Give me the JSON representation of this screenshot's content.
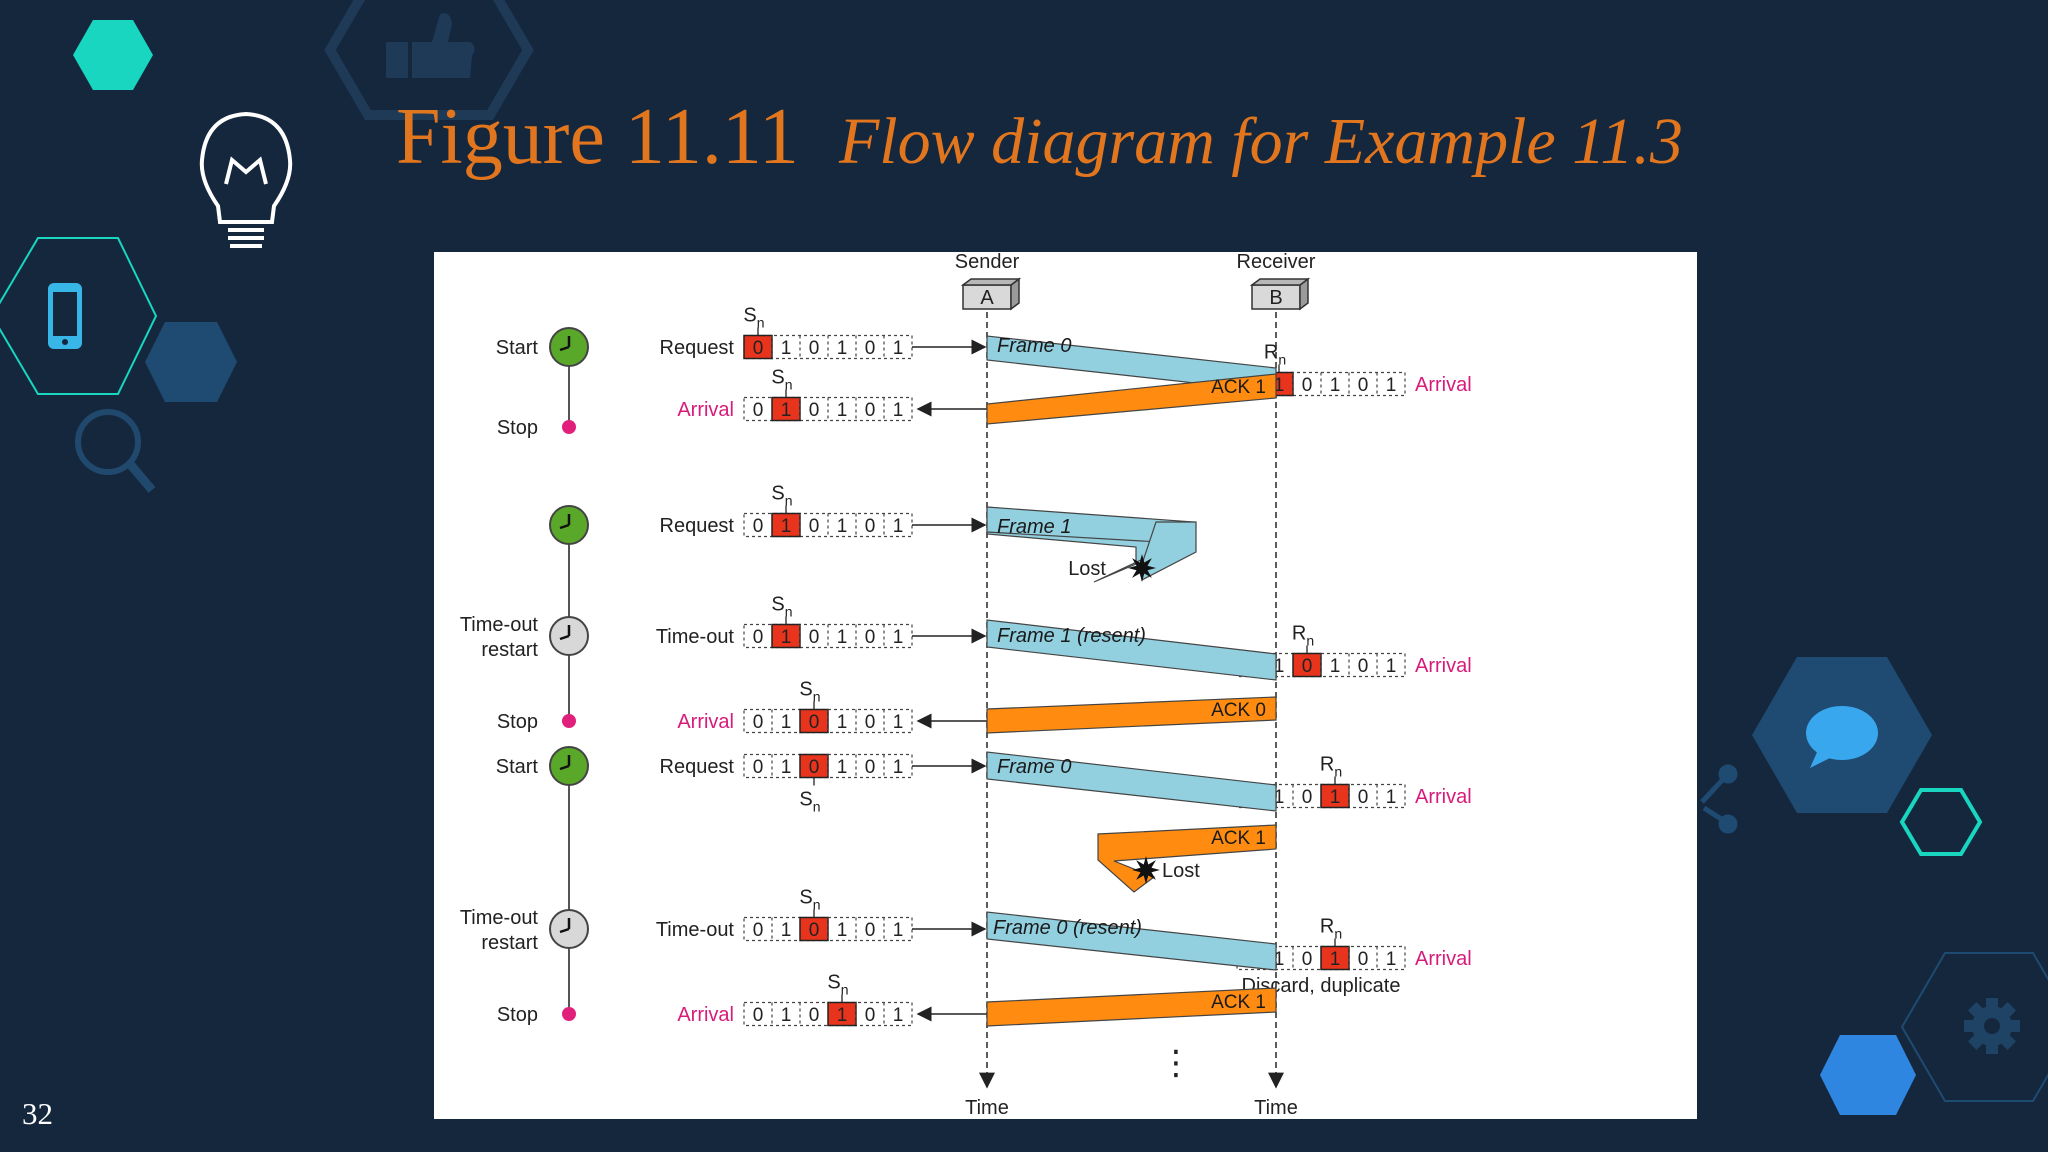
{
  "title": {
    "figure": "Figure 11.11",
    "caption": "Flow diagram for Example 11.3"
  },
  "slide_number": "32",
  "icons": [
    "thumbs-up-icon",
    "lightbulb-icon",
    "phone-icon",
    "magnifier-icon",
    "chat-icon",
    "share-icon",
    "gear-icon"
  ],
  "colors": {
    "background": "#14273d",
    "title": "#e2761e",
    "frame": "#92d0e0",
    "ack": "#ff8c10",
    "bit_highlight": "#e8341c",
    "arrival": "#d81b7a",
    "teal": "#19d6c0",
    "timer": "#5aa82a"
  },
  "diagram": {
    "sender": {
      "title": "Sender",
      "box": "A"
    },
    "receiver": {
      "title": "Receiver",
      "box": "B"
    },
    "time_label": "Time",
    "sn_label": "S",
    "rn_label": "R",
    "subscript": "n",
    "clock_labels": [
      {
        "text": [
          "Start"
        ]
      },
      {
        "text": [
          "Stop"
        ]
      },
      {
        "text": []
      },
      {
        "text": [
          "Time-out",
          "restart"
        ]
      },
      {
        "text": [
          "Stop"
        ]
      },
      {
        "text": [
          "Start"
        ]
      },
      {
        "text": [
          "Time-out",
          "restart"
        ]
      },
      {
        "text": [
          "Stop"
        ]
      }
    ],
    "sender_rows": [
      {
        "label": "Request",
        "arrival": false,
        "bits": [
          "0",
          "1",
          "0",
          "1",
          "0",
          "1"
        ],
        "highlight": 0,
        "sn": "above"
      },
      {
        "label": "Arrival",
        "arrival": true,
        "bits": [
          "0",
          "1",
          "0",
          "1",
          "0",
          "1"
        ],
        "highlight": 1,
        "sn": "above"
      },
      {
        "label": "Request",
        "arrival": false,
        "bits": [
          "0",
          "1",
          "0",
          "1",
          "0",
          "1"
        ],
        "highlight": 1,
        "sn": "above"
      },
      {
        "label": "Time-out",
        "arrival": false,
        "bits": [
          "0",
          "1",
          "0",
          "1",
          "0",
          "1"
        ],
        "highlight": 1,
        "sn": "above"
      },
      {
        "label": "Arrival",
        "arrival": true,
        "bits": [
          "0",
          "1",
          "0",
          "1",
          "0",
          "1"
        ],
        "highlight": 2,
        "sn": "above"
      },
      {
        "label": "Request",
        "arrival": false,
        "bits": [
          "0",
          "1",
          "0",
          "1",
          "0",
          "1"
        ],
        "highlight": 2,
        "sn": "below"
      },
      {
        "label": "Time-out",
        "arrival": false,
        "bits": [
          "0",
          "1",
          "0",
          "1",
          "0",
          "1"
        ],
        "highlight": 2,
        "sn": "above"
      },
      {
        "label": "Arrival",
        "arrival": true,
        "bits": [
          "0",
          "1",
          "0",
          "1",
          "0",
          "1"
        ],
        "highlight": 3,
        "sn": "above"
      }
    ],
    "receiver_rows": [
      {
        "label": "Arrival",
        "bits": [
          "0",
          "1",
          "0",
          "1",
          "0",
          "1"
        ],
        "highlight": 1,
        "note": ""
      },
      {
        "label": "Arrival",
        "bits": [
          "0",
          "1",
          "0",
          "1",
          "0",
          "1"
        ],
        "highlight": 2,
        "note": ""
      },
      {
        "label": "Arrival",
        "bits": [
          "0",
          "1",
          "0",
          "1",
          "0",
          "1"
        ],
        "highlight": 3,
        "note": ""
      },
      {
        "label": "Arrival",
        "bits": [
          "0",
          "1",
          "0",
          "1",
          "0",
          "1"
        ],
        "highlight": 3,
        "note": "Discard, duplicate"
      }
    ],
    "messages": [
      {
        "kind": "frame",
        "label": "Frame 0",
        "lost": false
      },
      {
        "kind": "ack",
        "label": "ACK 1",
        "lost": false
      },
      {
        "kind": "frame",
        "label": "Frame 1",
        "lost": true,
        "lost_label": "Lost"
      },
      {
        "kind": "frame",
        "label": "Frame 1 (resent)",
        "lost": false
      },
      {
        "kind": "ack",
        "label": "ACK 0",
        "lost": false
      },
      {
        "kind": "frame",
        "label": "Frame 0",
        "lost": false
      },
      {
        "kind": "ack",
        "label": "ACK 1",
        "lost": true,
        "lost_label": "Lost"
      },
      {
        "kind": "frame",
        "label": "Frame 0 (resent)",
        "lost": false
      },
      {
        "kind": "ack",
        "label": "ACK 1",
        "lost": false
      }
    ],
    "continuation": "⋮"
  }
}
